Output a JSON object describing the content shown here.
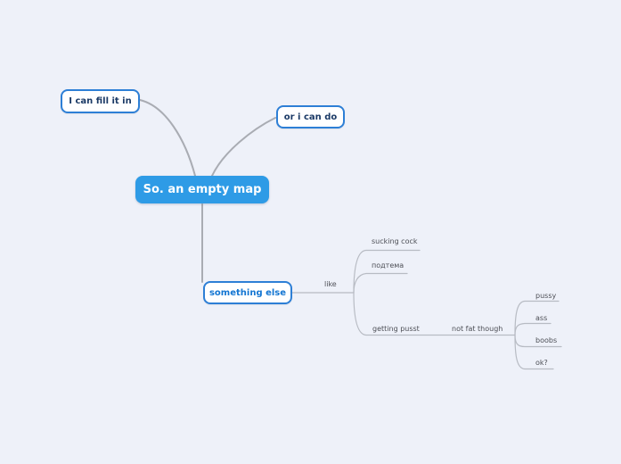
{
  "colors": {
    "background": "#eef1f9",
    "root_fill": "#2e9be6",
    "root_text": "#ffffff",
    "node_border": "#2d7fd6",
    "node_text_dark": "#1b3a66",
    "node_text_blue": "#1476d2",
    "connector_thick": "#a9acb3",
    "connector_thin": "#b7bbc3",
    "line_node_text": "#4d4f56"
  },
  "map": {
    "root": {
      "label": "So. an empty map"
    },
    "nodes": {
      "fill": {
        "label": "I can fill it in"
      },
      "or": {
        "label": "or i can do"
      },
      "something": {
        "label": "something else"
      },
      "like": {
        "label": "like"
      },
      "sucking": {
        "label": "sucking cock"
      },
      "podtema": {
        "label": "подтема"
      },
      "getting": {
        "label": "getting pusst"
      },
      "notfat": {
        "label": "not fat though"
      },
      "pussy": {
        "label": "pussy"
      },
      "ass": {
        "label": "ass"
      },
      "boobs": {
        "label": "boobs"
      },
      "ok": {
        "label": "ok?"
      }
    }
  }
}
